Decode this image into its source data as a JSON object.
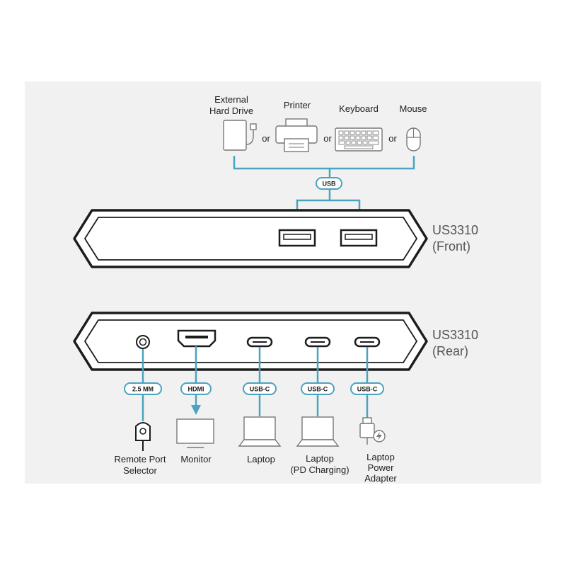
{
  "colors": {
    "wire": "#4aa3bf",
    "panel_bg": "#f1f1f1",
    "device_fill": "#ffffff",
    "device_stroke": "#1c1c1c",
    "badge_text": "#1c1c1c"
  },
  "peripherals": {
    "external_hard_drive": [
      "External",
      "Hard Drive"
    ],
    "printer": "Printer",
    "keyboard": "Keyboard",
    "mouse": "Mouse",
    "or": "or"
  },
  "badges": {
    "usb": "USB",
    "mm": "2.5 MM",
    "hdmi": "HDMI",
    "usbc": "USB-C"
  },
  "devices": {
    "front": [
      "US3310",
      "(Front)"
    ],
    "rear": [
      "US3310",
      "(Rear)"
    ]
  },
  "rear_targets": {
    "remote": [
      "Remote Port",
      "Selector"
    ],
    "monitor": "Monitor",
    "laptop": "Laptop",
    "laptop_pd": [
      "Laptop",
      "(PD Charging)"
    ],
    "adapter": [
      "Laptop",
      "Power",
      "Adapter"
    ]
  }
}
